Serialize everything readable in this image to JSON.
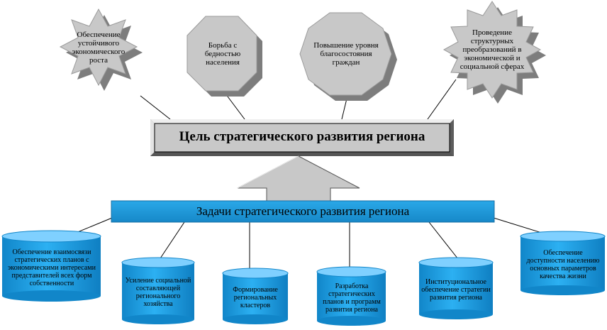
{
  "goal": {
    "title": "Цель стратегического развития региона"
  },
  "tasks_bar": {
    "title": "Задачи стратегического развития региона"
  },
  "outcomes": [
    {
      "text": "Обеспечение устойчивого экономического роста"
    },
    {
      "text": "Борьба с бедностью населения"
    },
    {
      "text": "Повышение уровня благосостояния граждан"
    },
    {
      "text": "Проведение структурных преобразований в экономической и социальной сферах"
    }
  ],
  "tasks": [
    {
      "text": "Обеспечение взаимосвязи стратегических планов с экономическими интересами представителей всех форм собственности"
    },
    {
      "text": "Усиление социальной составляющей регионального хозяйства"
    },
    {
      "text": "Формирование региональных кластеров"
    },
    {
      "text": "Разработка стратегических планов и программ развития региона"
    },
    {
      "text": "Институциональное обеспечение стратегии развития региона"
    },
    {
      "text": "Обеспечение доступности населению основных параметров качества жизни"
    }
  ],
  "colors": {
    "shape_gray": "#c8c8c8",
    "shape_dark": "#7d7d7d",
    "bar_blue": "#1a9ad9",
    "cyl_top": "#7fd0ff",
    "cyl_body": "#17a0e6"
  }
}
